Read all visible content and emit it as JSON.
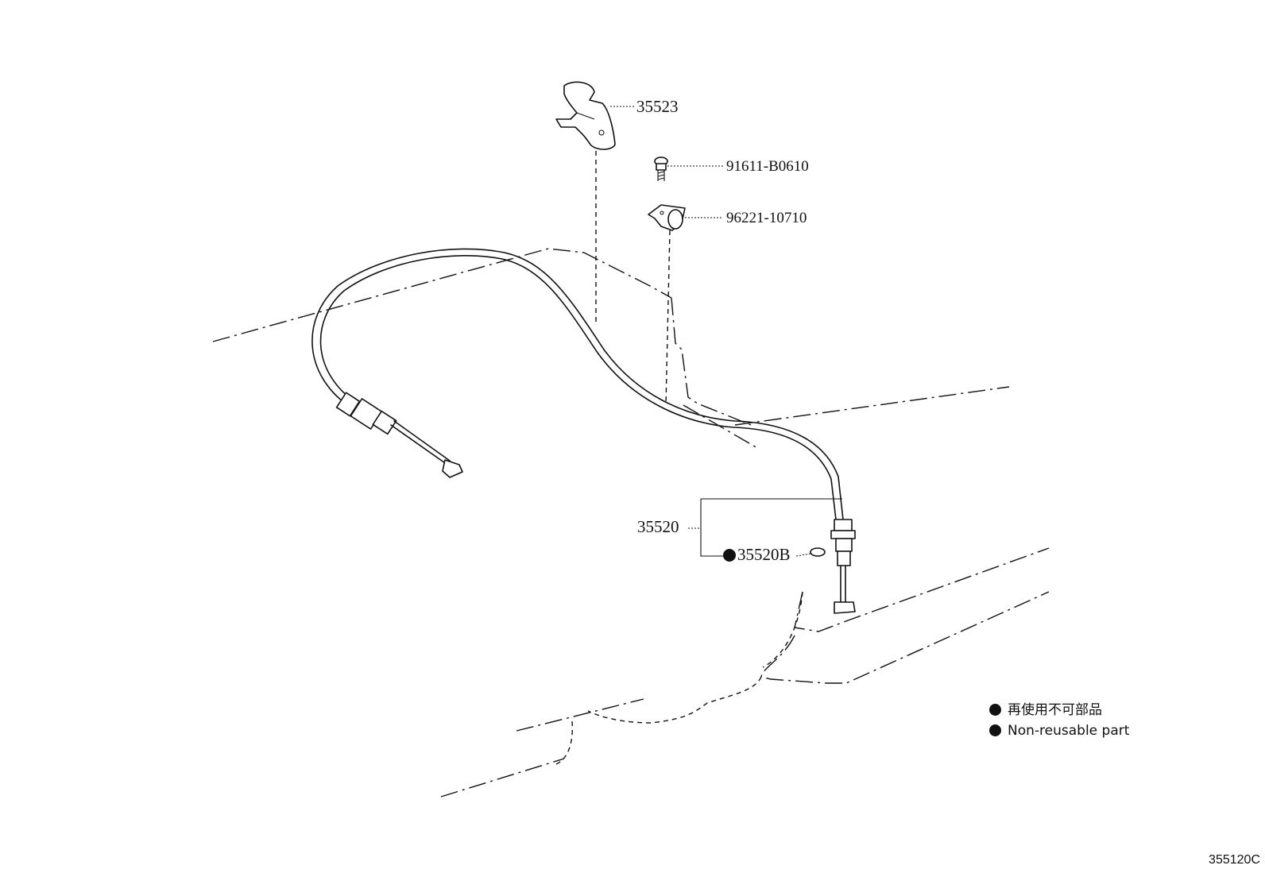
{
  "parts": {
    "bracket": "35523",
    "bolt": "91611-B0610",
    "clamp": "96221-10710",
    "cable_assy": "35520",
    "ring": "35520B"
  },
  "legend": {
    "jp": "再使用不可部品",
    "en": "Non-reusable part"
  },
  "diagram_code": "355120C"
}
